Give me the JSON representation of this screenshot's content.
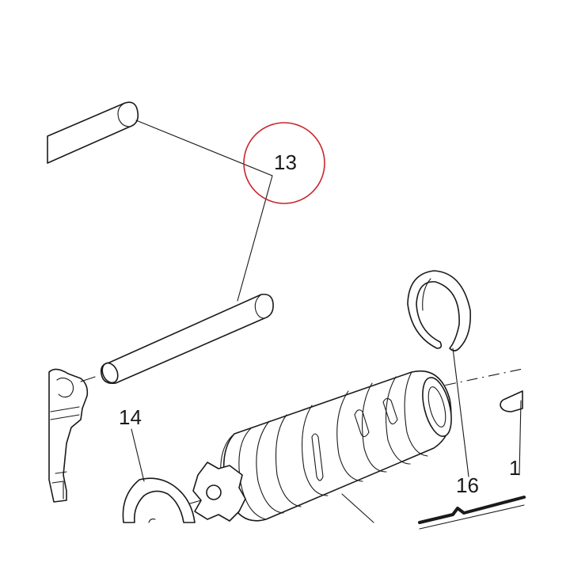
{
  "diagram": {
    "callouts": [
      {
        "id": "13",
        "label": "13",
        "highlighted": true
      },
      {
        "id": "14",
        "label": "14",
        "highlighted": false
      },
      {
        "id": "16",
        "label": "16",
        "highlighted": false
      },
      {
        "id": "17",
        "label": "1",
        "highlighted": false
      }
    ],
    "colors": {
      "line": "#1a1a1a",
      "highlight": "#c8262c",
      "background": "#ffffff"
    }
  }
}
